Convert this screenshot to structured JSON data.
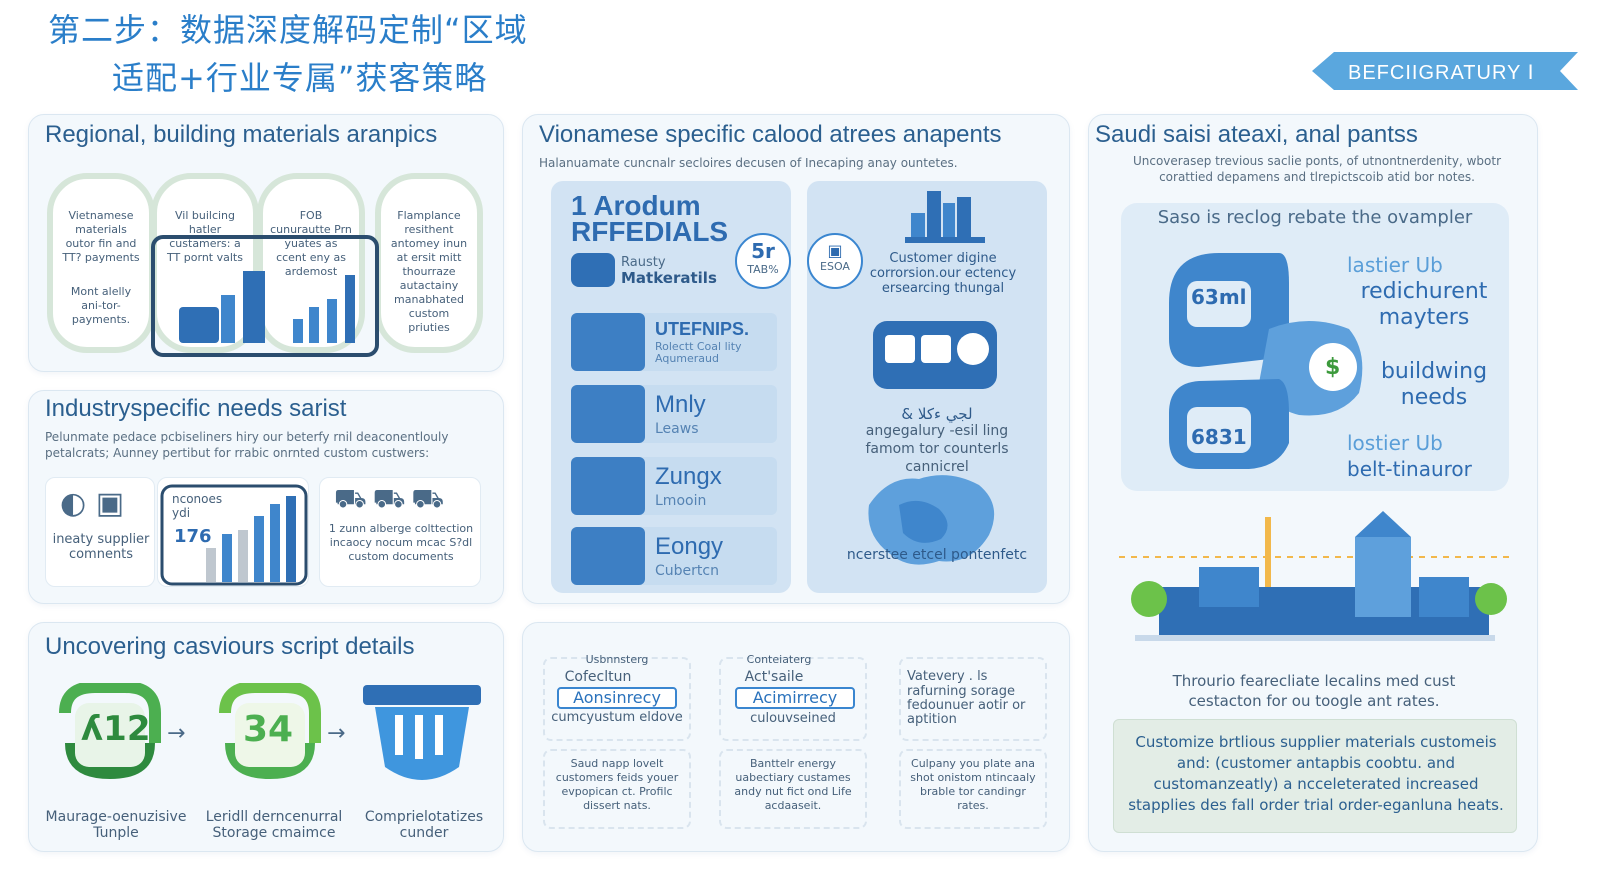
{
  "page": {
    "title_line1": "第二步：数据深度解码定制“区域",
    "title_line2": "适配+行业专属”获客策略",
    "banner": "BEFCIIGRATURY Ⅰ"
  },
  "regional": {
    "title": "Regional, building materials aranpics",
    "hexes": [
      {
        "text": "Vietnamese materials outor fin and TT? payments"
      },
      {
        "text": "Vil builcing hatler custamers: a TT pornt valts"
      },
      {
        "text": "FOB cunurautte Prn yuates as ccent eny as ardemost"
      },
      {
        "text": "Flamplance resithent antomey inun at ersit mitt thourraze autactainy manabhated custom priuties"
      }
    ],
    "hex_note": "Mont alelly ani-tor-payments."
  },
  "industry": {
    "title": "Industryspecific needs sarist",
    "subtitle": "Pelunmate pedace pcbiseliners hiry our beterfy rnil deaconentlouly petalcrats; Aunney pertibut for rrabic onrnted custom custwers:",
    "cards": {
      "supplier": "ineaty supplier comnents",
      "chart_label": "nconoes ydi",
      "chart_value": "176",
      "docs": "1 zunn alberge colttection incaocy nocum mcac S?dl custom documents"
    }
  },
  "uncovering": {
    "title": "Uncovering casviours script details",
    "badges": [
      {
        "value": "ʎ12",
        "label": "Maurage-oenuzisive Tunple"
      },
      {
        "value": "34",
        "label": "Leridll derncenurral Storage cmaimce"
      },
      {
        "value": "",
        "label": "Comprielotatizes cunder"
      }
    ]
  },
  "vietnamese": {
    "title": "Vionamese specific calood atrees anapents",
    "subtitle": "Halanuamate cuncnalr secloires decusen of Inecaping anay ountetes.",
    "headline_1": "1 Arodum",
    "headline_2": "RFFEDIALS",
    "sub_product_1": "Rausty",
    "sub_product_2": "Matkeratils",
    "badge_1_value": "5r",
    "badge_1_label": "TAB%",
    "badge_2_label": "ESOA",
    "right_text": "Customer digine corrorsion.our ectency ersearcing thungal",
    "tiles": [
      {
        "name": "UTEFNIPS.",
        "sub": "Rolectt Coal lity Aqumeraud"
      },
      {
        "name": "Mnly",
        "sub": "Leaws"
      },
      {
        "name": "Zungx",
        "sub": "Lmooin"
      },
      {
        "name": "Eongy",
        "sub": "Cubertcn"
      }
    ],
    "angle_text_1": "& لجي ءكلا",
    "angle_text_2": "angegalury -esil ling",
    "angle_text_3": "famom tor counterls",
    "angle_text_4": "cannicrel",
    "map_text": "ncerstee etcel pontenfetc"
  },
  "bottom_middle": {
    "columns": [
      {
        "header": "Usbnnsterg",
        "top": "Cofecltun",
        "pill": "Aonsinrecy",
        "mid": "cumcyustum eldove",
        "body": "Saud napp lovelt customers feids youer evpopican ct. Profilc dissert nats."
      },
      {
        "header": "Conteiaterg",
        "top": "Act'saile",
        "pill": "Acimirrecy",
        "mid": "culouvseined",
        "body": "Banttelr energy uabectiary custames andy nut fict ond Life acdaaseit."
      },
      {
        "header": "",
        "top": "Vatevery . ls",
        "pill": "",
        "mid": "rafurning sorage fedounuer aotir or aptition",
        "body": "Culpany you plate ana shot onistom ntincaaly brable tor candingr rates."
      }
    ]
  },
  "saudi": {
    "title": "Saudi saisi ateaxi, anal pantss",
    "subtitle": "Uncoverasep trevious saclie ponts, of utnontnerdenity, wbotr corattied depamens and tlrepictscoib atid bor notes.",
    "card_title": "Saso is reclog rebate the ovampler",
    "hex_1": "63ml",
    "hex_2": "6831",
    "coin": "$",
    "item_1": "lastier Ub",
    "item_2": "redichurent mayters",
    "item_3": "buildwing needs",
    "item_4": "lostier Ub",
    "item_5": "belt-tinauror",
    "through_text": "Throurio fearecliate lecalins med cust cestacton for ou toogle ant rates.",
    "callout": "Customize brtlious supplier materials customeis and: (customer antapbis coobtu. and customanzeatly) a ncceleterated increased stapplies des fall order trial order-eganluna heats."
  },
  "colors": {
    "accent": "#2a7ec9",
    "tile_blue": "#3d7fc4",
    "green": "#4caf50",
    "panel_bg": "#f3f8fc"
  }
}
